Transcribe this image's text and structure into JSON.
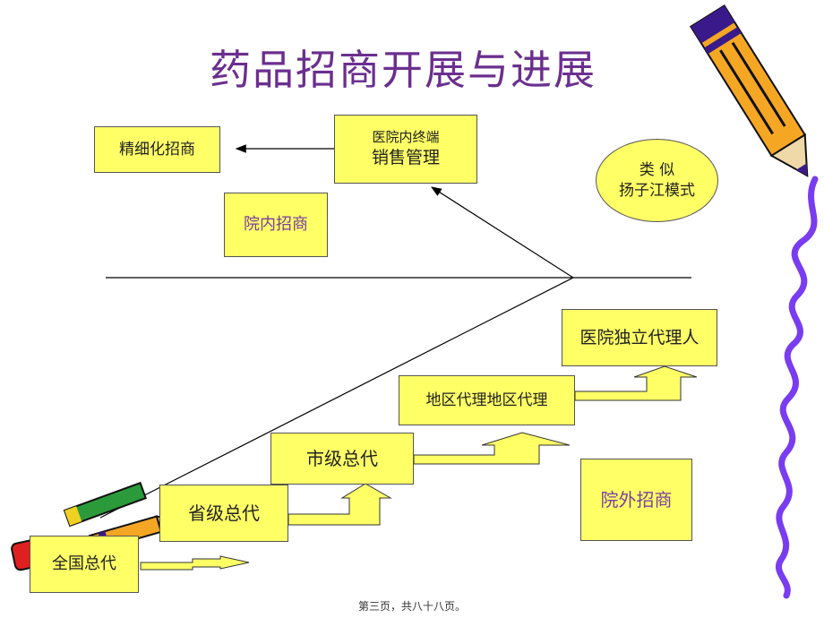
{
  "title": "药品招商开展与进展",
  "top_boxes": {
    "fine_investment": "精细化招商",
    "hospital_terminal_line1": "医院内终端",
    "hospital_terminal_line2": "销售管理",
    "in_hospital": "院内招商"
  },
  "ellipse": {
    "line1": "类 似",
    "line2": "扬子江模式"
  },
  "steps": {
    "national": "全国总代",
    "provincial": "省级总代",
    "city": "市级总代",
    "regional": "地区代理地区代理",
    "hospital_agent": "医院独立代理人"
  },
  "out_hospital": "院外招商",
  "footer": "第三页，共八十八页。",
  "colors": {
    "box_fill": "#ffff66",
    "title": "#6b2f8f",
    "pencil_body": "#f5a623",
    "pencil_stripe": "#3a1a8a",
    "squiggle": "#7a3cf0"
  },
  "icons": [
    "pencil-icon",
    "crayons-icon",
    "squiggle-decoration"
  ]
}
